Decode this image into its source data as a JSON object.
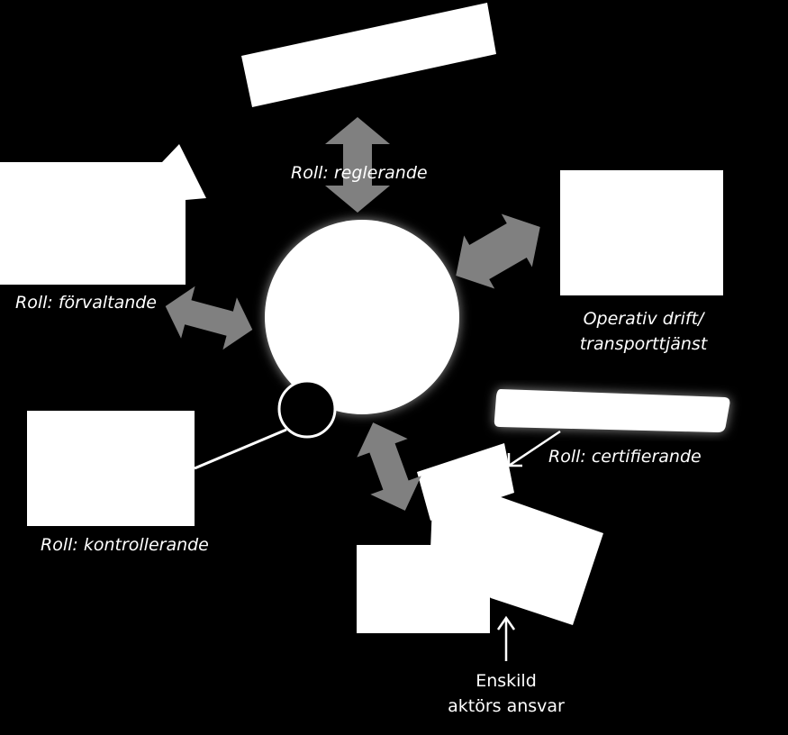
{
  "labels": {
    "reglerande": "Roll: reglerande",
    "forvaltande": "Roll: förvaltande",
    "operativ_line1": "Operativ drift/",
    "operativ_line2": "transporttjänst",
    "certifierande": "Roll: certifierande",
    "kontrollerande": "Roll: kontrollerande",
    "enskild_line1": "Enskild",
    "enskild_line2": "aktörs ansvar"
  },
  "colors": {
    "background": "#000000",
    "shape_fill": "#ffffff",
    "arrow_fill": "#808080",
    "connector": "#ffffff",
    "text": "#ffffff"
  }
}
